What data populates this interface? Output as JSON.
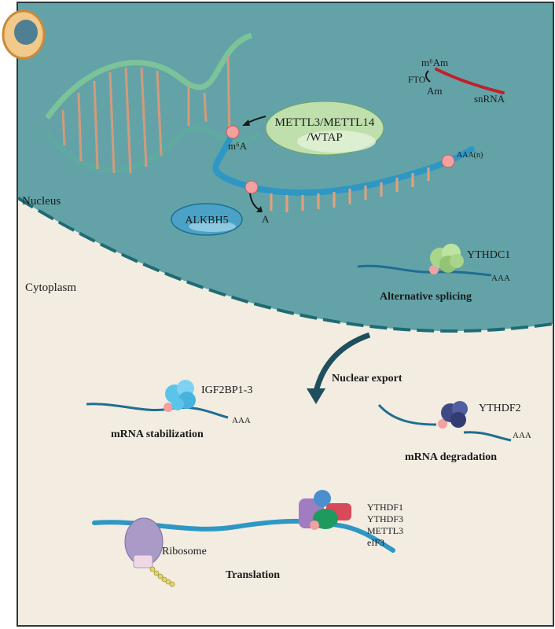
{
  "compartments": {
    "nucleus": "Nucleus",
    "cytoplasm": "Cytoplasm"
  },
  "modifications": {
    "m6am": "m⁶Am",
    "am": "Am",
    "m6a": "m⁶A",
    "a": "A",
    "poly_a_tail": "AAA(n)"
  },
  "enzymes": {
    "fto": "FTO",
    "snrna": "snRNA",
    "writer_line1": "METTL3/METTL14",
    "writer_line2": "/WTAP",
    "eraser": "ALKBH5"
  },
  "readers": {
    "ythdc1": "YTHDC1",
    "igf2bp": "IGF2BP1-3",
    "ythdf2": "YTHDF2",
    "translation_complex": [
      "YTHDF1",
      "YTHDF3",
      "METTL3",
      "eIF3"
    ],
    "ribosome": "Ribosome"
  },
  "processes": {
    "splicing": "Alternative splicing",
    "export": "Nuclear export",
    "stabilization": "mRNA stabilization",
    "degradation": "mRNA degradation",
    "translation": "Translation"
  },
  "tails": {
    "splicing_tail": "AAA",
    "stabilization_tail": "AAA",
    "degradation_tail": "AAA"
  },
  "colors": {
    "nucleus_fill": "#63a3a8",
    "cytoplasm_fill": "#f2ece1",
    "rna_strand": "#2f97c4",
    "m6a_dot": "#f3a0a0",
    "writer": "#bfe0ad",
    "eraser": "#4aa3c6",
    "ythdc1": "#a9d58a",
    "igf2bp": "#5cc4ea",
    "ythdf2": "#3e4a86",
    "ribosome": "#a99ac7"
  }
}
